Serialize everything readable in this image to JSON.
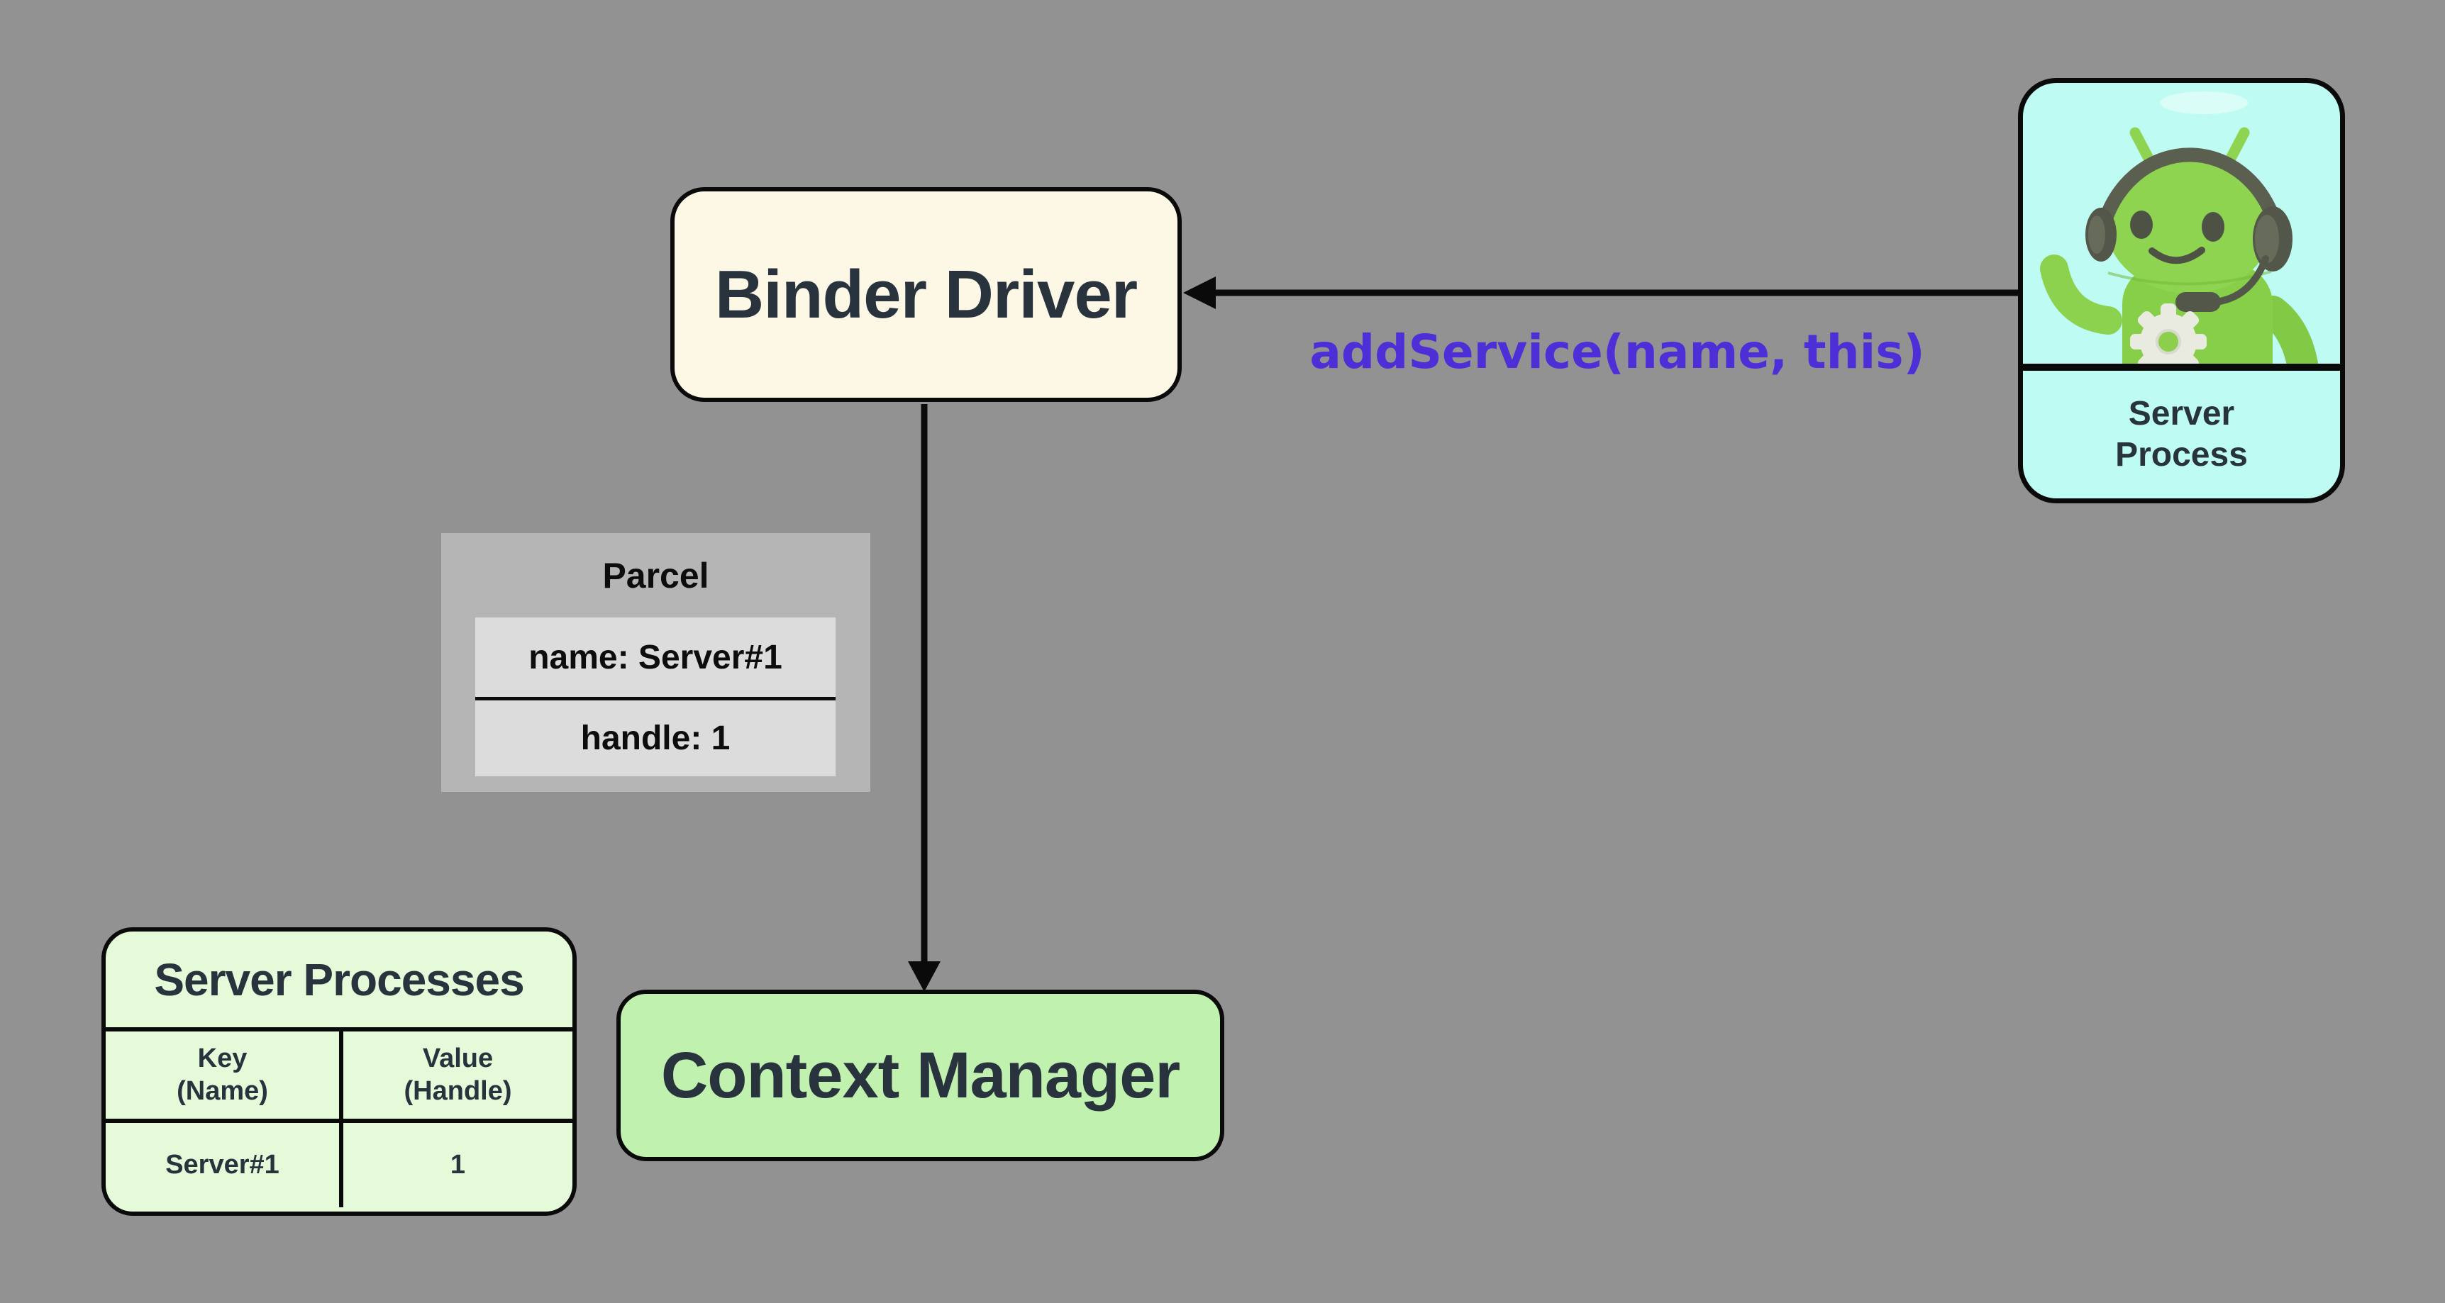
{
  "diagram": {
    "nodes": {
      "binder_driver": {
        "label": "Binder Driver",
        "fill": "#fdf7e6"
      },
      "context_manager": {
        "label": "Context Manager",
        "fill": "#c0f1ae"
      },
      "server_process": {
        "label_lines": [
          "Server",
          "Process"
        ],
        "fill": "#befbf2",
        "icon": "android-support-mascot-icon"
      }
    },
    "edges": {
      "add_service": {
        "label": "addService(name, this)",
        "color": "#4e2ed6"
      },
      "binder_to_context": {
        "label": ""
      }
    }
  },
  "parcel": {
    "title": "Parcel",
    "rows": [
      "name: Server#1",
      "handle: 1"
    ]
  },
  "server_processes_table": {
    "title": "Server Processes",
    "columns": [
      {
        "l1": "Key",
        "l2": "(Name)"
      },
      {
        "l1": "Value",
        "l2": "(Handle)"
      }
    ],
    "rows": [
      [
        "Server#1",
        "1"
      ]
    ]
  },
  "colors": {
    "background": "#929292",
    "binder_fill": "#fdf7e6",
    "server_process_fill": "#befbf2",
    "context_fill": "#c0f1ae",
    "table_fill": "#e4fad9",
    "parcel_outer": "#b5b5b5",
    "parcel_inner": "#dcdcdc",
    "label_dark": "#28333e",
    "edge_label_purple": "#4e2ed6",
    "line_black": "#0a0a0a",
    "mascot_green": "#87cf48",
    "headset_olive": "#53574a",
    "gear_gray": "#e9ebe0"
  }
}
